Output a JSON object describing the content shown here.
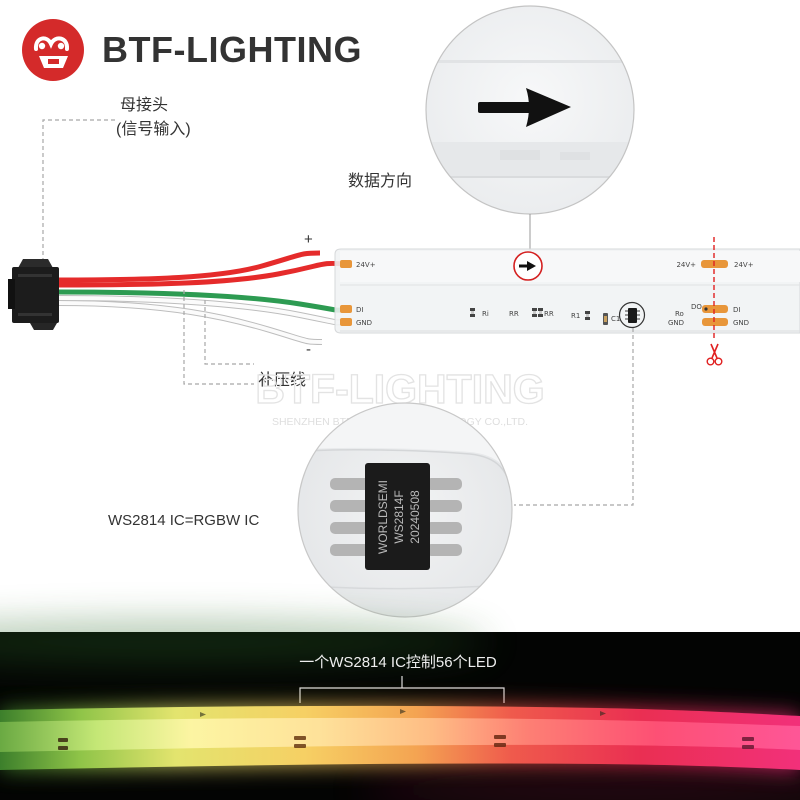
{
  "brand": {
    "name": "BTF-LIGHTING"
  },
  "connector": {
    "label": "母接头",
    "sublabel": "(信号输入)"
  },
  "data_direction": {
    "label": "数据方向"
  },
  "wires": {
    "plus": "+",
    "minus": "-",
    "extra_wire_label": "补压线"
  },
  "strip": {
    "left_pads": {
      "power": "24V+",
      "data": "DI",
      "ground": "GND"
    },
    "components": [
      "Ri",
      "RR",
      "RR",
      "R1",
      "C1"
    ],
    "cut_point": {
      "power_left": "24V+",
      "power_right": "24V+",
      "data_out": "DO",
      "resistor_out": "Ro",
      "ground_left": "GND",
      "data_in": "DI",
      "ground_right": "GND"
    }
  },
  "watermark": {
    "brand": "BTF-LIGHTING",
    "company": "SHENZHEN BTF-LIGHTING TECHNOLOGY CO.,LTD."
  },
  "chip": {
    "marking": [
      "WORLDSEMI",
      "WS2814F",
      "20240508"
    ],
    "caption": "WS2814 IC=RGBW IC"
  },
  "demo": {
    "caption": "一个WS2814 IC控制56个LED"
  },
  "icons": {
    "logo": "btf-logo-icon",
    "direction": "arrow-right-icon",
    "cut": "scissors-icon"
  },
  "colors": {
    "brand_red": "#d42a2a",
    "pad_orange": "#e8963a",
    "cut_line_red": "#e02020",
    "wire_red": "#e52b2b",
    "wire_green": "#2d9b52",
    "background_dark": "#030403"
  }
}
